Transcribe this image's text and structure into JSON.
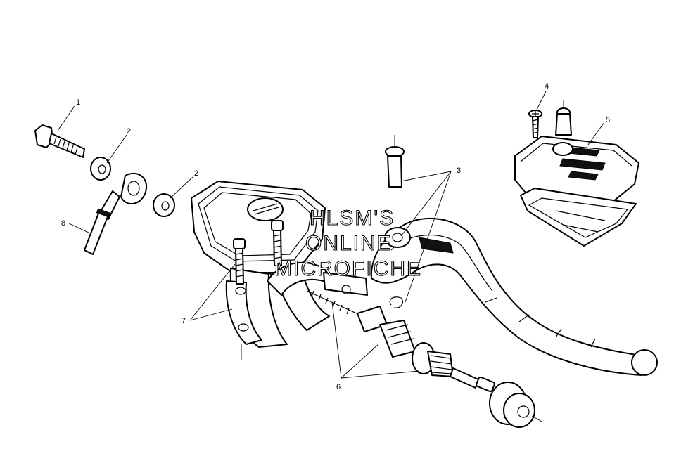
{
  "callouts": {
    "c1": "1",
    "c2a": "2",
    "c2b": "2",
    "c3": "3",
    "c4": "4",
    "c5": "5",
    "c6": "6",
    "c7": "7",
    "c8": "8"
  },
  "watermark": {
    "line1": "HLSM'S",
    "line2": "ONLINE",
    "line3": "MICROFICHE"
  }
}
